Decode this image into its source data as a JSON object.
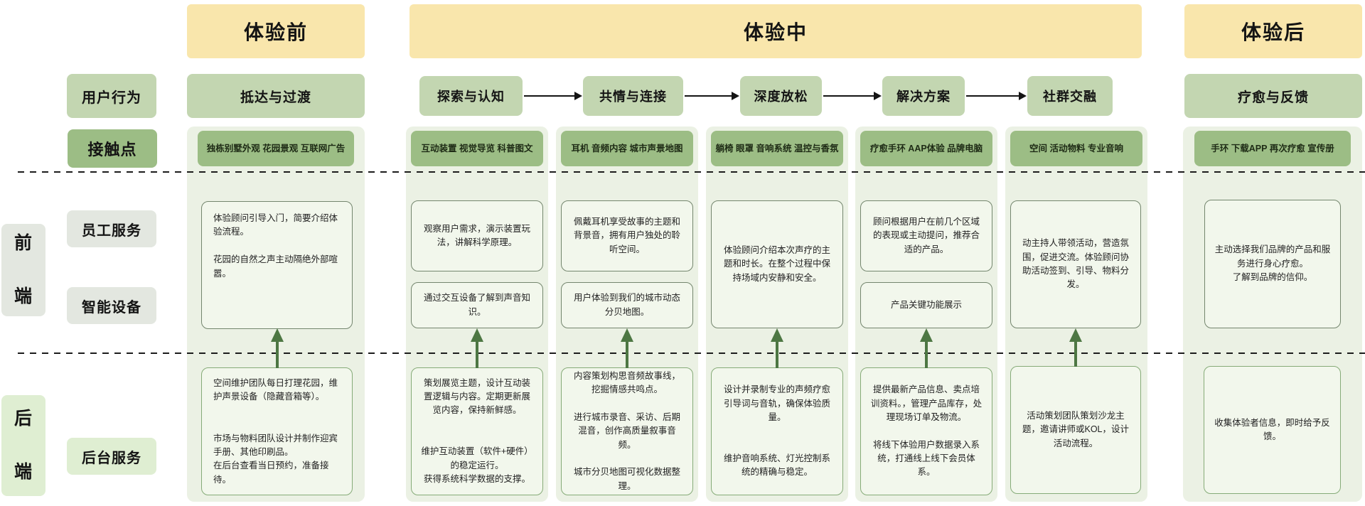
{
  "palette": {
    "phase_header": "#f9e6ac",
    "behavior_box": "#c3d6b1",
    "touchpoint_box": "#9cbd85",
    "column_bg": "#ebf1e4",
    "box_fill": "#f2f7ec",
    "front_border": "#74866e",
    "back_border": "#86ab78",
    "label_grey": "#e3e7e0",
    "label_green": "#dfeed2",
    "arrow_green": "#4d7743"
  },
  "phases": {
    "pre": "体验前",
    "mid": "体验中",
    "post": "体验后"
  },
  "row_labels": {
    "behavior": "用户行为",
    "touchpoint": "接触点",
    "frontend": "前\n端",
    "staff": "员工服务",
    "device": "智能设备",
    "backend": "后\n端",
    "backstage": "后台服务"
  },
  "columns": [
    {
      "behavior": "抵达与过渡",
      "touchpoint": "独栋别墅外观 花园景观 互联网广告",
      "front": "体验顾问引导入门，简要介绍体验流程。\n\n花园的自然之声主动隔绝外部喧嚣。",
      "back": "空间维护团队每日打理花园，维护声景设备（隐藏音箱等）。\n\n\n市场与物料团队设计并制作迎宾手册、其他印刷品。\n在后台查看当日预约，准备接待。"
    },
    {
      "behavior": "探索与认知",
      "touchpoint": "互动装置 视觉导览 科普图文",
      "staff": "观察用户需求，演示装置玩法，讲解科学原理。",
      "device": "通过交互设备了解到声音知识。",
      "back": "策划展览主题，设计互动装置逻辑与内容。定期更新展览内容，保持新鲜感。\n\n\n维护互动装置（软件+硬件）的稳定运行。\n获得系统科学数据的支撑。"
    },
    {
      "behavior": "共情与连接",
      "touchpoint": "耳机 音频内容 城市声景地图",
      "staff": "佩戴耳机享受故事的主题和背景音，拥有用户独处的聆听空间。",
      "device": "用户体验到我们的城市动态分贝地图。",
      "back": "内容策划构思音频故事线，挖掘情感共鸣点。\n\n进行城市录音、采访、后期混音，创作高质量叙事音频。\n\n城市分贝地图可视化数据整理。"
    },
    {
      "behavior": "深度放松",
      "touchpoint": "躺椅 眼罩 音响系统 温控与香氛",
      "front": "体验顾问介绍本次声疗的主题和时长。在整个过程中保持场域内安静和安全。",
      "back": "设计并录制专业的声频疗愈引导词与音轨，确保体验质量。\n\n\n维护音响系统、灯光控制系统的精确与稳定。"
    },
    {
      "behavior": "解决方案",
      "touchpoint": "疗愈手环 AAP体验 品牌电脑",
      "staff": "顾问根据用户在前几个区域的表现或主动提问，推荐合适的产品。",
      "device": "产品关键功能展示",
      "back": "提供最新产品信息、卖点培训资料。，管理产品库存，处理现场订单及物流。\n\n将线下体验用户数据录入系统，打通线上线下会员体系。"
    },
    {
      "behavior": "社群交融",
      "touchpoint": "空间 活动物料 专业音响",
      "front": "动主持人带领活动，营造氛围，促进交流。体验顾问协助活动签到、引导、物料分发。",
      "back": "活动策划团队策划沙龙主题，邀请讲师或KOL，设计活动流程。"
    },
    {
      "behavior": "疗愈与反馈",
      "touchpoint": "手环 下载APP 再次疗愈 宣传册",
      "front": "主动选择我们品牌的产品和服务进行身心疗愈。\n了解到品牌的信仰。",
      "back": "收集体验者信息，即时给予反馈。"
    }
  ]
}
